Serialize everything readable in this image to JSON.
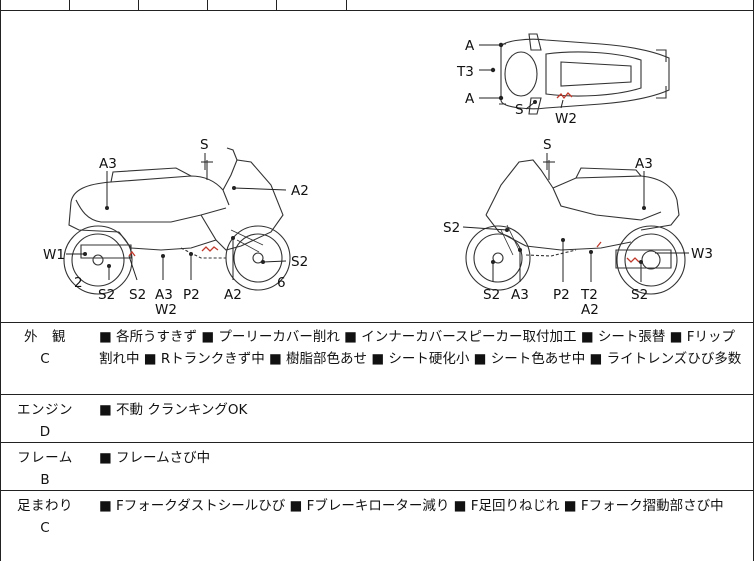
{
  "diagram": {
    "top_view": {
      "callouts": [
        "A",
        "T3",
        "A",
        "S",
        "W2"
      ]
    },
    "left_side": {
      "callouts": [
        "S",
        "A3",
        "A2",
        "W1",
        "S2",
        "2",
        "S2",
        "S2",
        "A3",
        "W2",
        "P2",
        "A2",
        "6"
      ]
    },
    "right_side": {
      "callouts": [
        "S",
        "A3",
        "S2",
        "W3",
        "S2",
        "A3",
        "P2",
        "T2",
        "A2",
        "S2"
      ]
    }
  },
  "sections": [
    {
      "category": "外　観",
      "grade": "C",
      "text": "■ 各所うすきず ■ プーリーカバー削れ ■ インナーカバースピーカー取付加工 ■ シート張替 ■ Fリップ割れ中 ■ Rトランクきず中 ■ 樹脂部色あせ ■ シート硬化小 ■ シート色あせ中 ■ ライトレンズひび多数"
    },
    {
      "category": "エンジン",
      "grade": "D",
      "text": "■ 不動 クランキングOK"
    },
    {
      "category": "フレーム",
      "grade": "B",
      "text": "■ フレームさび中"
    },
    {
      "category": "足まわり",
      "grade": "C",
      "text": "■ Fフォークダストシールひび ■ Fブレーキローター減り ■ F足回りねじれ ■ Fフォーク摺動部さび中"
    }
  ],
  "colors": {
    "line": "#222222",
    "damage_mark": "#c0392b"
  }
}
